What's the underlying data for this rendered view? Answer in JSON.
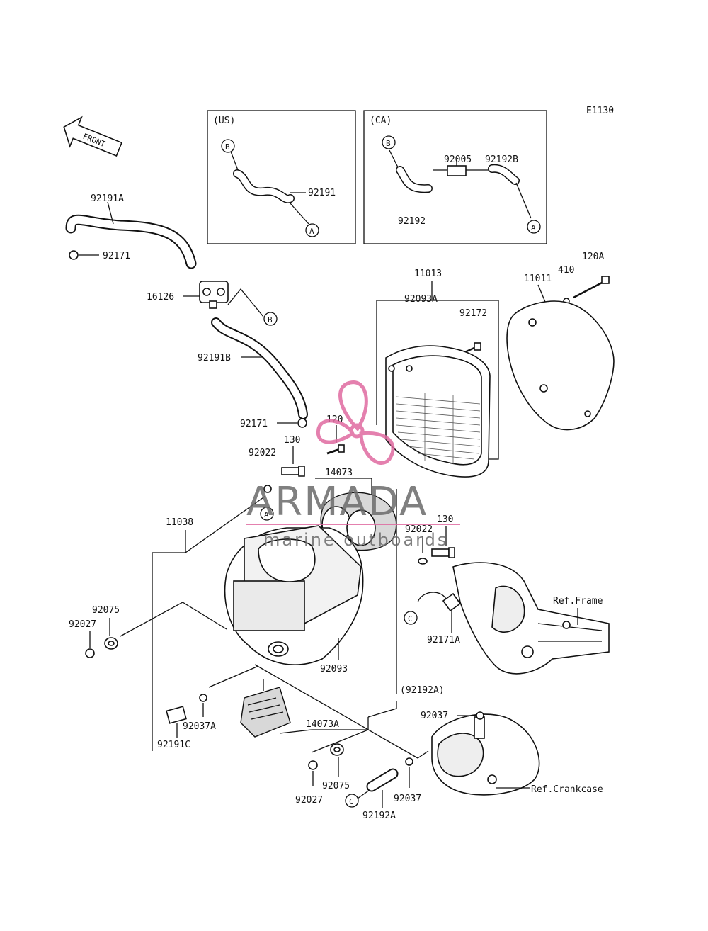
{
  "diagram": {
    "code": "E1130",
    "front_label": "FRONT",
    "boxes": {
      "us": {
        "title": "(US)",
        "part": "92191",
        "tag_b": "B",
        "tag_a": "A"
      },
      "ca": {
        "title": "(CA)",
        "part_92005": "92005",
        "part_92192b": "92192B",
        "part_92192": "92192",
        "tag_b": "B",
        "tag_a": "A"
      }
    },
    "labels": {
      "p92191a": "92191A",
      "p92171_top": "92171",
      "p16126": "16126",
      "p92191b": "92191B",
      "p92171_mid": "92171",
      "p92022_left": "92022",
      "p130_left": "130",
      "p120": "120",
      "p14073": "14073",
      "p11013": "11013",
      "p92093a": "92093A",
      "p92172": "92172",
      "p11011": "11011",
      "p410": "410",
      "p120a": "120A",
      "p11038": "11038",
      "p92022_right": "92022",
      "p130_right": "130",
      "p92075_left": "92075",
      "p92027_left": "92027",
      "p92093": "92093",
      "p92171a": "92171A",
      "p92192a_paren": "(92192A)",
      "p92037_top": "92037",
      "p14073a": "14073A",
      "p92037a": "92037A",
      "p92191c": "92191C",
      "p92027_bottom": "92027",
      "p92075_bottom": "92075",
      "p92192a": "92192A",
      "p92037_bottom": "92037",
      "ref_frame": "Ref.Frame",
      "ref_crankcase": "Ref.Crankcase"
    },
    "tags": {
      "b_main": "B",
      "a_main": "A",
      "c_left": "C",
      "c_bottom": "C"
    }
  },
  "watermark": {
    "brand": "ARMADA",
    "tagline": "marine outboards",
    "color": "#e06aa0"
  }
}
